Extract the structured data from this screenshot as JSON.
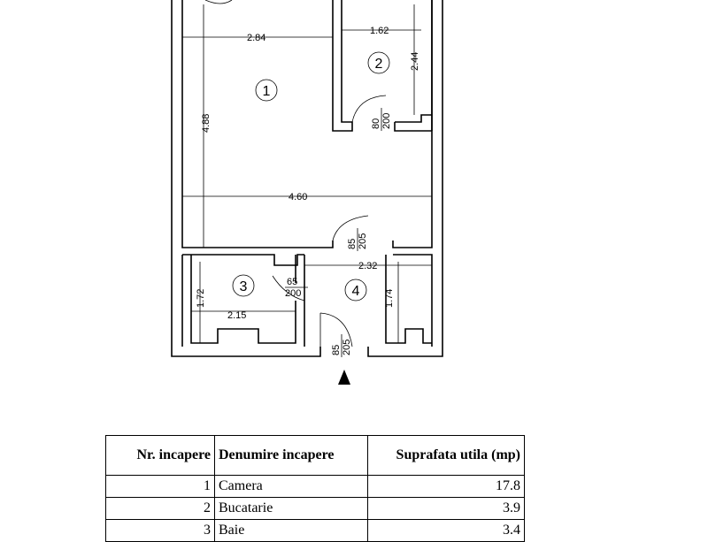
{
  "plan": {
    "dimensions": {
      "room1_width": "2.84",
      "room1_length": "4.88",
      "room1_total_width": "4.60",
      "room2_width": "1.62",
      "room2_length": "2.44",
      "room3_width": "2.15",
      "room3_length": "1.72",
      "room4_width": "2.32",
      "room4_length": "1.74"
    },
    "doors": [
      {
        "width": "80",
        "height": "200"
      },
      {
        "width": "85",
        "height": "205"
      },
      {
        "width": "65",
        "height": "200"
      },
      {
        "width": "85",
        "height": "205"
      }
    ],
    "room_numbers": [
      "1",
      "2",
      "3",
      "4"
    ]
  },
  "table": {
    "headers": [
      "Nr. incapere",
      "Denumire incapere",
      "Suprafata utila (mp)"
    ],
    "rows": [
      {
        "nr": "1",
        "name": "Camera",
        "area": "17.8"
      },
      {
        "nr": "2",
        "name": "Bucatarie",
        "area": "3.9"
      },
      {
        "nr": "3",
        "name": "Baie",
        "area": "3.4"
      }
    ]
  }
}
